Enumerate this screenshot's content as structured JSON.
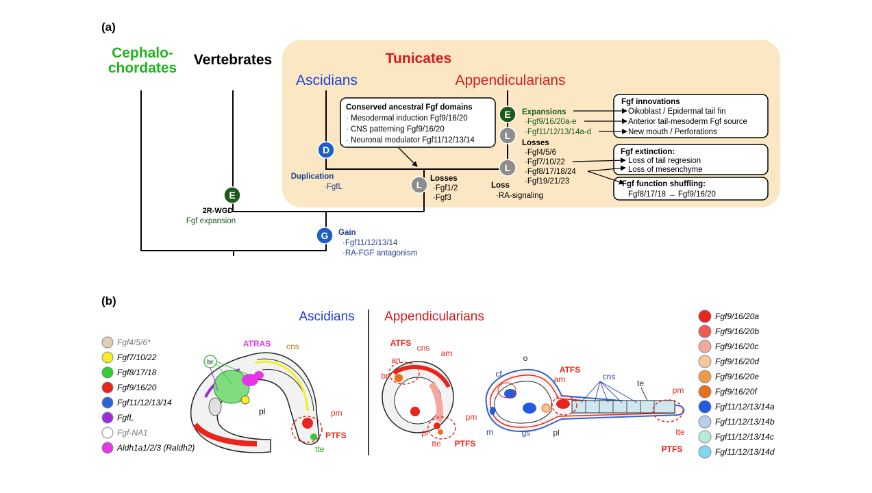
{
  "panel_a": {
    "label": "(a)",
    "taxa": {
      "cephalo_line1": "Cephalo-",
      "cephalo_line2": "chordates",
      "vertebrates": "Vertebrates",
      "tunicates": "Tunicates",
      "ascidians": "Ascidians",
      "appendicularians": "Appendicularians"
    },
    "node_letters": {
      "E": "E",
      "D": "D",
      "L": "L",
      "G": "G"
    },
    "wgd": {
      "title": "2R-WGD",
      "text": "Fgf expansion"
    },
    "gain": {
      "title": "Gain",
      "items": [
        "·Fgf11/12/13/14",
        "·RA-FGF antagonism"
      ]
    },
    "duplication": {
      "title": "Duplication",
      "item": "·FgfL"
    },
    "losses_tunicate": {
      "title": "Losses",
      "items": [
        "·Fgf1/2",
        "·Fgf3"
      ]
    },
    "loss_app": {
      "title": "Loss",
      "item": "·RA-signaling"
    },
    "conserved_box": {
      "title": "Conserved ancestral Fgf domains",
      "items": [
        "· Mesodermal induction Fgf9/16/20",
        "· CNS patterning Fgf9/16/20",
        "· Neuronal modulator Fgf11/12/13/14"
      ]
    },
    "expansions": {
      "title": "Expansions",
      "items": [
        "·Fgf9/16/20a-e",
        "·Fgf11/12/13/14a-d"
      ]
    },
    "losses_app": {
      "title": "Losses",
      "items": [
        "·Fgf4/5/6",
        "·Fgf7/10/22",
        "·Fgf8/17/18/24",
        "·Fgf19/21/23"
      ]
    },
    "innovations_box": {
      "title": "Fgf innovations",
      "items": [
        "Oikoblast / Epidermal tail fin",
        "Anterior tail-mesoderm Fgf source",
        "New mouth / Perforations"
      ]
    },
    "extinction_box": {
      "title": "Fgf extinction:",
      "items": [
        "Loss of tail regresion",
        "Loss of mesenchyme"
      ]
    },
    "shuffling_box": {
      "title": "Fgf function shuffling:",
      "text": "Fgf8/17/18 → Fgf9/16/20"
    }
  },
  "panel_b": {
    "label": "(b)",
    "ascidians_title": "Ascidians",
    "appendicularians_title": "Appendicularians",
    "left_legend": [
      {
        "label": "Fgf4/5/6*",
        "color": "#e2cdb6",
        "grey": true
      },
      {
        "label": "Fgf7/10/22",
        "color": "#f7ee22",
        "grey": false
      },
      {
        "label": "Fgf8/17/18",
        "color": "#33cc33",
        "grey": false
      },
      {
        "label": "Fgf9/16/20",
        "color": "#e8241c",
        "grey": false
      },
      {
        "label": "Fgf11/12/13/14",
        "color": "#2d63d8",
        "grey": false
      },
      {
        "label": "FgfL",
        "color": "#9b2ddf",
        "grey": false
      },
      {
        "label": "Fgf-NA1",
        "color": "#ffffff",
        "grey": true
      },
      {
        "label": "Aldh1a1/2/3 (Raldh2)",
        "color": "#e634e6",
        "grey": false
      }
    ],
    "right_legend": [
      {
        "label": "Fgf9/16/20a",
        "color": "#e8241c"
      },
      {
        "label": "Fgf9/16/20b",
        "color": "#ef5a55"
      },
      {
        "label": "Fgf9/16/20c",
        "color": "#f4a6a0"
      },
      {
        "label": "Fgf9/16/20d",
        "color": "#f6c59a"
      },
      {
        "label": "Fgf9/16/20e",
        "color": "#f29a46"
      },
      {
        "label": "Fgf9/16/20f",
        "color": "#e86f1c"
      },
      {
        "label": "Fgf11/12/13/14a",
        "color": "#1f5be0"
      },
      {
        "label": "Fgf11/12/13/14b",
        "color": "#b6cdee"
      },
      {
        "label": "Fgf11/12/13/14c",
        "color": "#b8eadb"
      },
      {
        "label": "Fgf11/12/13/14d",
        "color": "#7fd8f0"
      }
    ],
    "asc_labels": {
      "atras": "ATRAS",
      "cns": "cns",
      "br": "br",
      "pl": "pl",
      "pm": "pm",
      "ptfs": "PTFS",
      "tte": "tte"
    },
    "app_curled_labels": {
      "atfs": "ATFS",
      "cns": "cns",
      "am": "am",
      "an": "an",
      "br": "br*",
      "pm": "pm",
      "pl": "pl",
      "tte": "tte",
      "ptfs": "PTFS"
    },
    "app_tadpole_labels": {
      "o": "o",
      "cf": "cf",
      "atfs": "ATFS",
      "am": "am",
      "cns": "cns",
      "te": "te",
      "pm": "pm",
      "m": "m",
      "gs": "gs",
      "pl": "pl",
      "tte": "tte",
      "ptfs": "PTFS"
    }
  }
}
